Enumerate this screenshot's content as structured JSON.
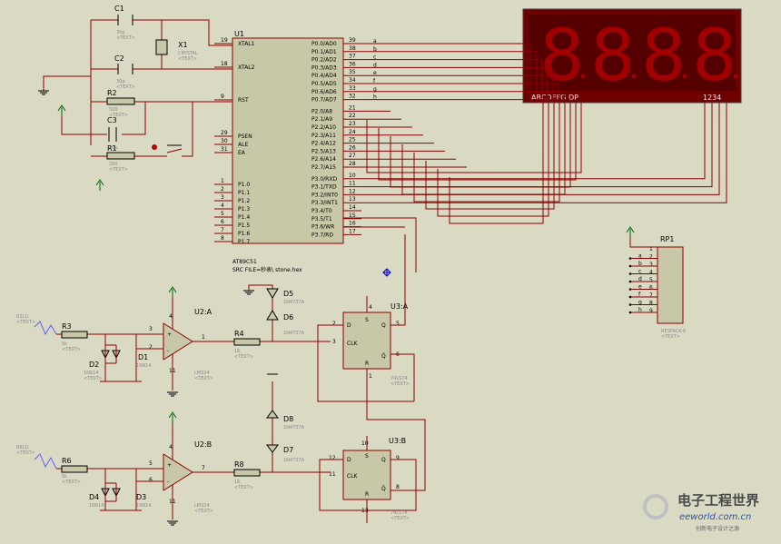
{
  "chip": {
    "ref": "U1",
    "part": "AT89C51",
    "src": "SRC FILE=秒表\\ stone.hex",
    "left_pins": [
      {
        "name": "XTAL1",
        "num": "19"
      },
      {
        "name": "XTAL2",
        "num": "18"
      },
      {
        "name": "RST",
        "num": "9"
      },
      {
        "name": "PSEN",
        "num": "29"
      },
      {
        "name": "ALE",
        "num": "30"
      },
      {
        "name": "EA",
        "num": "31"
      },
      {
        "name": "P1.0",
        "num": "1"
      },
      {
        "name": "P1.1",
        "num": "2"
      },
      {
        "name": "P1.2",
        "num": "3"
      },
      {
        "name": "P1.3",
        "num": "4"
      },
      {
        "name": "P1.4",
        "num": "5"
      },
      {
        "name": "P1.5",
        "num": "6"
      },
      {
        "name": "P1.6",
        "num": "7"
      },
      {
        "name": "P1.7",
        "num": "8"
      }
    ],
    "right_pins": [
      {
        "name": "P0.0/AD0",
        "num": "39"
      },
      {
        "name": "P0.1/AD1",
        "num": "38"
      },
      {
        "name": "P0.2/AD2",
        "num": "37"
      },
      {
        "name": "P0.3/AD3",
        "num": "36"
      },
      {
        "name": "P0.4/AD4",
        "num": "35"
      },
      {
        "name": "P0.5/AD5",
        "num": "34"
      },
      {
        "name": "P0.6/AD6",
        "num": "33"
      },
      {
        "name": "P0.7/AD7",
        "num": "32"
      },
      {
        "name": "P2.0/A8",
        "num": "21"
      },
      {
        "name": "P2.1/A9",
        "num": "22"
      },
      {
        "name": "P2.2/A10",
        "num": "23"
      },
      {
        "name": "P2.3/A11",
        "num": "24"
      },
      {
        "name": "P2.4/A12",
        "num": "25"
      },
      {
        "name": "P2.5/A13",
        "num": "26"
      },
      {
        "name": "P2.6/A14",
        "num": "27"
      },
      {
        "name": "P2.7/A15",
        "num": "28"
      },
      {
        "name": "P3.0/RXD",
        "num": "10"
      },
      {
        "name": "P3.1/TXD",
        "num": "11"
      },
      {
        "name": "P3.2/INT0",
        "num": "12"
      },
      {
        "name": "P3.3/INT1",
        "num": "13"
      },
      {
        "name": "P3.4/T0",
        "num": "14"
      },
      {
        "name": "P3.5/T1",
        "num": "15"
      },
      {
        "name": "P3.6/WR",
        "num": "16"
      },
      {
        "name": "P3.7/RD",
        "num": "17"
      }
    ],
    "bus_letters": [
      "a",
      "b",
      "c",
      "d",
      "e",
      "f",
      "g",
      "h"
    ]
  },
  "display": {
    "digits": "8888",
    "segment_label": "ABCDEFG DP",
    "digit_label": "1234"
  },
  "components": {
    "c1": {
      "ref": "C1",
      "val": "30p"
    },
    "c2": {
      "ref": "C2",
      "val": "30p"
    },
    "x1": {
      "ref": "X1",
      "val": "CRYSTAL"
    },
    "r2": {
      "ref": "R2",
      "val": "500"
    },
    "c3": {
      "ref": "C3",
      "val": "10u"
    },
    "r1": {
      "ref": "R1",
      "val": "200"
    },
    "rp1": {
      "ref": "RP1",
      "val": "RESPACK-8",
      "pins": [
        "1",
        "2",
        "3",
        "4",
        "5",
        "6",
        "7",
        "8",
        "9"
      ],
      "letters": [
        "a",
        "b",
        "c",
        "d",
        "e",
        "f",
        "g",
        "h"
      ]
    },
    "u2a": {
      "ref": "U2:A",
      "val": "LM324",
      "pin_plus": "3",
      "pin_minus": "2",
      "pin_out": "1",
      "pin_v": "4",
      "pin_g": "11"
    },
    "u2b": {
      "ref": "U2:B",
      "val": "LM324",
      "pin_plus": "5",
      "pin_minus": "6",
      "pin_out": "7",
      "pin_v": "4",
      "pin_g": "11"
    },
    "r3": {
      "ref": "R3",
      "val": "5k"
    },
    "r4": {
      "ref": "R4",
      "val": "1K"
    },
    "r6": {
      "ref": "R6",
      "val": "5k"
    },
    "r8": {
      "ref": "R8",
      "val": "1K"
    },
    "d1": {
      "ref": "D1",
      "val": "1N914"
    },
    "d2": {
      "ref": "D2",
      "val": "1N914"
    },
    "d3": {
      "ref": "D3",
      "val": "1N914"
    },
    "d4": {
      "ref": "D4",
      "val": "1N914"
    },
    "d5": {
      "ref": "D5",
      "val": "1N4737A"
    },
    "d6": {
      "ref": "D6",
      "val": "1N4737A"
    },
    "d7": {
      "ref": "D7",
      "val": "1N4737A"
    },
    "d8": {
      "ref": "D8",
      "val": "1N4737A"
    },
    "u3a": {
      "ref": "U3:A",
      "val": "74LS74",
      "pins": {
        "s": "4",
        "d": "2",
        "clk": "3",
        "r": "1",
        "q": "5",
        "nq": "6"
      }
    },
    "u3b": {
      "ref": "U3:B",
      "val": "74LS74",
      "pins": {
        "s": "10",
        "d": "12",
        "clk": "11",
        "r": "13",
        "q": "9",
        "nq": "8"
      }
    },
    "r3_src": "R3(1)",
    "r6_src": "R6(1)",
    "pin_labels": {
      "d": "D",
      "clk": "CLK",
      "s": "S",
      "r": "R",
      "q": "Q",
      "nq": "Q̄"
    }
  },
  "placeholder": "<TEXT>",
  "watermark": {
    "cn": "电子工程世界",
    "en": "eeworld.com.cn",
    "sub": "创新电子设计之源"
  },
  "colors": {
    "wire": "#8b0000",
    "body": "#c8c8a8",
    "display_bg": "#6e0000",
    "segment": "#a00000",
    "background": "#d9d9c4"
  }
}
